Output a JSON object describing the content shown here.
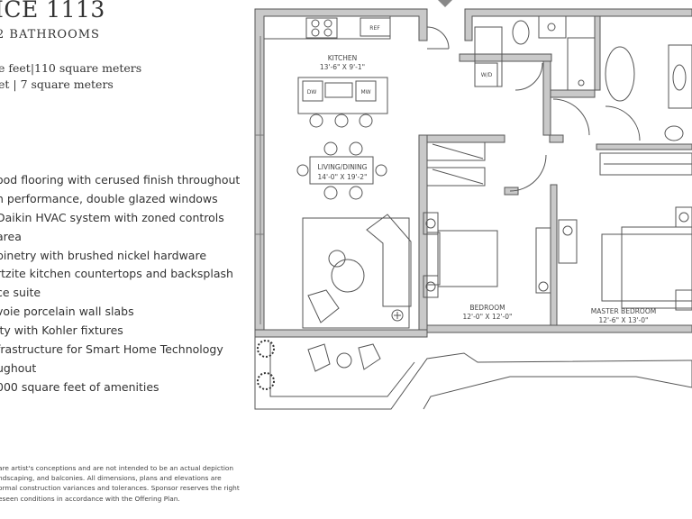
{
  "header": {
    "title": "ICE 1113",
    "subtitle": "2 BATHROOMS"
  },
  "area": {
    "interior": "e feet|110 square meters",
    "exterior": "et  |  7 square meters"
  },
  "features": [
    "ood flooring with cerused finish throughout",
    "h performance, double glazed windows",
    "Daikin HVAC system with zoned controls",
    "area",
    "binetry with brushed nickel hardware",
    "rtzite kitchen countertops and backsplash",
    "ce suite",
    "voie porcelain wall slabs",
    "ity with Kohler fixtures",
    "frastructure for Smart Home Technology",
    "ughout",
    "000 square feet of amenities"
  ],
  "disclaimer": [
    "are artist's conceptions and are not intended to be an actual depiction",
    "ndscaping, and balconies. All dimensions, plans and elevations are",
    "ormal construction variances and tolerances. Sponsor reserves the right",
    "eseen conditions in accordance with the Offering Plan."
  ],
  "plan": {
    "kitchen": {
      "name": "KITCHEN",
      "dims": "13'-6\" X 9'-1\""
    },
    "living": {
      "name": "LIVING/DINING",
      "dims": "14'-0\" X 19'-2\""
    },
    "bedroom": {
      "name": "BEDROOM",
      "dims": "12'-0\" X 12'-0\""
    },
    "master": {
      "name": "MASTER BEDROOM",
      "dims": "12'-6\" X 13'-0\""
    },
    "labels": {
      "dw": "DW",
      "mw": "MW",
      "ref": "REF",
      "wd": "W/D"
    }
  }
}
